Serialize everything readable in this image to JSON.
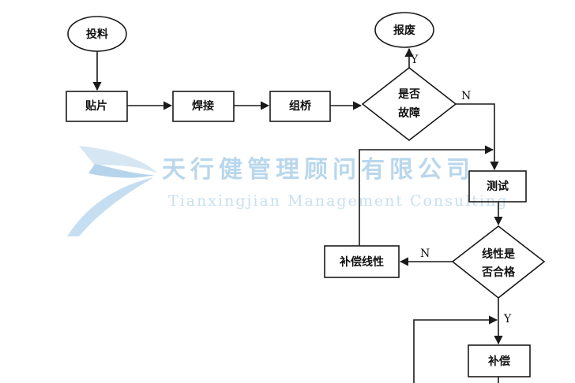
{
  "nodes": {
    "feed": "投料",
    "scrap": "报废",
    "patch": "贴片",
    "weld": "焊接",
    "bridge": "组桥",
    "fault_line1": "是否",
    "fault_line2": "故障",
    "test": "测试",
    "compensate_linearity": "补偿线性",
    "linear_ok_line1": "线性是",
    "linear_ok_line2": "否合格",
    "compensate": "补偿"
  },
  "edge_labels": {
    "fault_yes": "Y",
    "fault_no": "N",
    "linear_no": "N",
    "linear_yes": "Y"
  },
  "watermark": {
    "company_cn": "天行健管理顾问有限公司",
    "company_en": "Tianxingjian Management Consulting"
  },
  "colors": {
    "line": "#1a1a1a",
    "watermark": "#b9d7ec"
  }
}
